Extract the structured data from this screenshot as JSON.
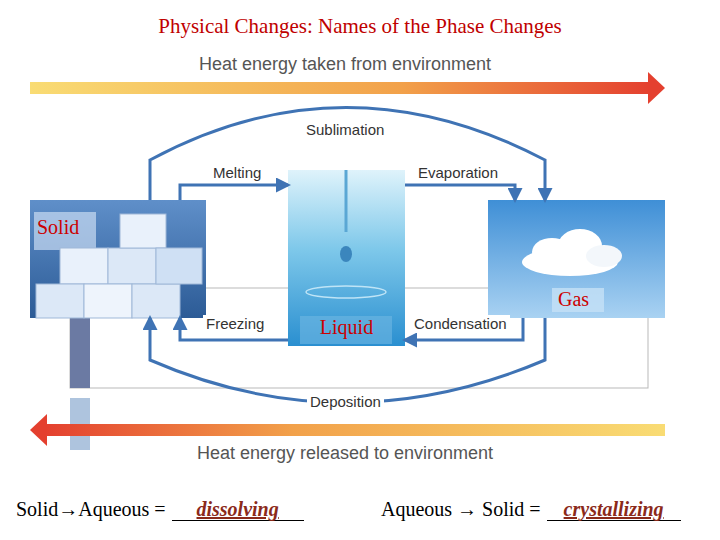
{
  "diagram": {
    "title": "Physical Changes: Names of the Phase Changes",
    "nodes": [
      {
        "text": [
          "Solid"
        ]
      },
      {
        "text": [
          "Liquid"
        ]
      },
      {
        "text": [
          "Gas"
        ]
      }
    ],
    "edges": [
      {
        "from": 0,
        "to": 2,
        "label": "Sublimation",
        "arrow": "to"
      },
      {
        "from": 0,
        "to": 1,
        "label": "Melting",
        "arrow": "to"
      },
      {
        "from": 1,
        "to": 2,
        "label": "Evaporation",
        "arrow": "to"
      },
      {
        "from": 1,
        "to": 0,
        "label": "Freezing",
        "arrow": "to"
      },
      {
        "from": 2,
        "to": 1,
        "label": "Condensation",
        "arrow": "to"
      },
      {
        "from": 2,
        "to": 0,
        "label": "Deposition",
        "arrow": "to"
      }
    ],
    "labels": [
      "Heat energy taken from environment",
      "Heat energy released to environment",
      "Solid→Aqueous =",
      "dissolving",
      "Aqueous → Solid =",
      "crystallizing"
    ]
  }
}
